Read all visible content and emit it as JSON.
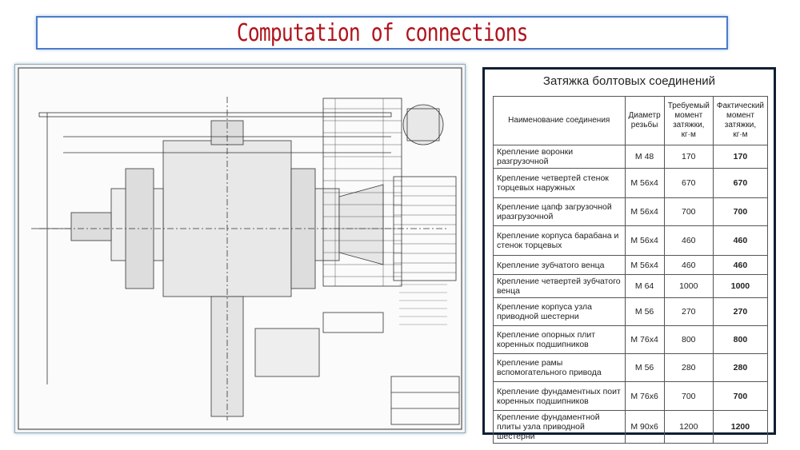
{
  "slide_title": "Computation of connections",
  "table": {
    "title": "Затяжка болтовых соединений",
    "headers": [
      "Наименование соединения",
      "Диаметр резьбы",
      "Требуемый момент затяжки, кг·м",
      "Фактический момент затяжки, кг·м"
    ],
    "rows": [
      {
        "name": "Крепление воронки разгрузочной",
        "diameter": "М 48",
        "required": "170",
        "actual": "170"
      },
      {
        "name": "Крепление четвертей стенок торцевых наружных",
        "diameter": "М 56х4",
        "required": "670",
        "actual": "670"
      },
      {
        "name": "Крепление цапф загрузочной иразгрузочной",
        "diameter": "М 56х4",
        "required": "700",
        "actual": "700"
      },
      {
        "name": "Крепление корпуса барабана и стенок торцевых",
        "diameter": "М 56х4",
        "required": "460",
        "actual": "460"
      },
      {
        "name": "Крепление зубчатого венца",
        "diameter": "М 56х4",
        "required": "460",
        "actual": "460"
      },
      {
        "name": "Крепление четвертей зубчатого венца",
        "diameter": "М 64",
        "required": "1000",
        "actual": "1000"
      },
      {
        "name": "Крепление корпуса узла приводной шестерни",
        "diameter": "М 56",
        "required": "270",
        "actual": "270"
      },
      {
        "name": "Крепление опорных плит коренных подшипников",
        "diameter": "М 76х4",
        "required": "800",
        "actual": "800"
      },
      {
        "name": "Крепление рамы вспомогательного привода",
        "diameter": "М 56",
        "required": "280",
        "actual": "280"
      },
      {
        "name": "Крепление фундаментных поит коренных подшипников",
        "diameter": "М 76х6",
        "required": "700",
        "actual": "700"
      },
      {
        "name": "Крепление фундаментной плиты узла приводной шестерни",
        "diameter": "М 90х6",
        "required": "1200",
        "actual": "1200"
      }
    ]
  },
  "colors": {
    "title_text": "#b0121b",
    "title_border": "#4a7cc8",
    "panel_border": "#0d1f33"
  }
}
